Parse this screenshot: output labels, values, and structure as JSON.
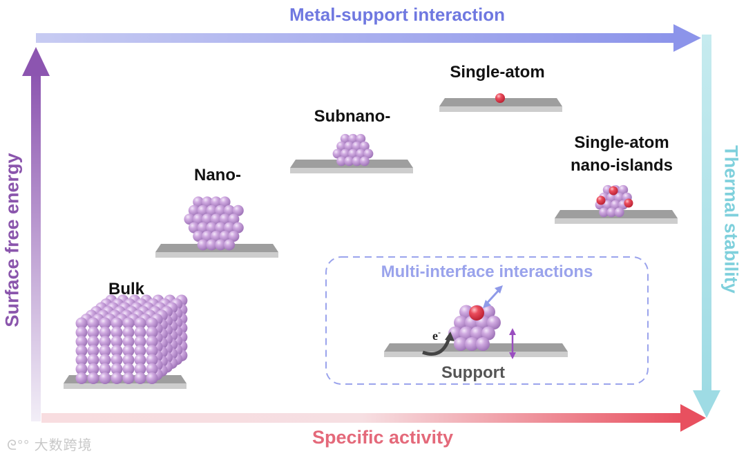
{
  "axes": {
    "top": {
      "label": "Metal-support interaction",
      "color": "#7b83e6"
    },
    "left": {
      "label": "Surface free energy",
      "color": "#8a55ac"
    },
    "right": {
      "label": "Thermal stability",
      "color": "#8fd6e0"
    },
    "bottom": {
      "label": "Specific activity",
      "color": "#e5697a"
    }
  },
  "stages": [
    {
      "id": "bulk",
      "label": "Bulk"
    },
    {
      "id": "nano",
      "label": "Nano-"
    },
    {
      "id": "subnano",
      "label": "Subnano-"
    },
    {
      "id": "single-atom",
      "label": "Single-atom"
    },
    {
      "id": "nano-islands",
      "label_line1": "Single-atom",
      "label_line2": "nano-islands"
    }
  ],
  "inset": {
    "title": "Multi-interface interactions",
    "support_label": "Support",
    "electron_label": "e",
    "electron_sup": "-"
  },
  "colors": {
    "metal_atom": "#c9a3dc",
    "single_atom": "#e0384a",
    "support_top": "#9e9e9e",
    "support_side": "#cdcdcd",
    "inset_border": "#9aa3ec"
  },
  "watermark": "大数跨境"
}
